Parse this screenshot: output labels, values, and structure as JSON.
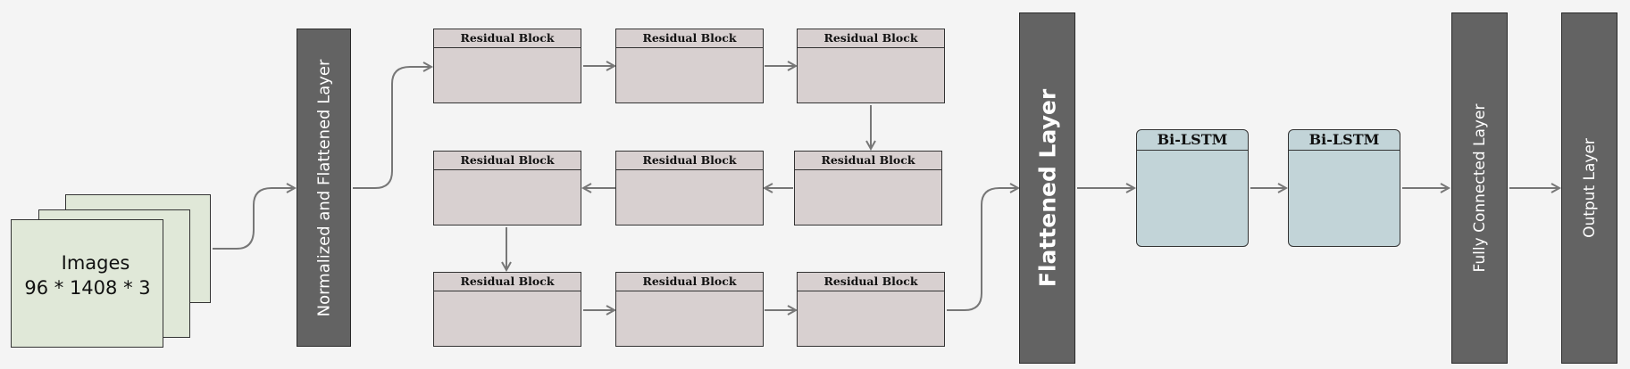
{
  "input": {
    "title": "Images",
    "dims": "96 * 1408 * 3"
  },
  "layers": {
    "normalized": "Normalized and Flattened Layer",
    "flattened": "Flattened Layer",
    "fully_connected": "Fully Connected Layer",
    "output": "Output Layer"
  },
  "residual_blocks": [
    "Residual Block",
    "Residual Block",
    "Residual Block",
    "Residual Block",
    "Residual Block",
    "Residual Block",
    "Residual Block",
    "Residual Block",
    "Residual Block"
  ],
  "lstm_blocks": [
    "Bi-LSTM",
    "Bi-LSTM"
  ],
  "colors": {
    "background": "#f4f4f4",
    "input_card": "#e0e8d8",
    "layer_bar": "#636363",
    "residual_block": "#d8d0d0",
    "lstm_block": "#c2d4d8",
    "connector": "#777777"
  }
}
